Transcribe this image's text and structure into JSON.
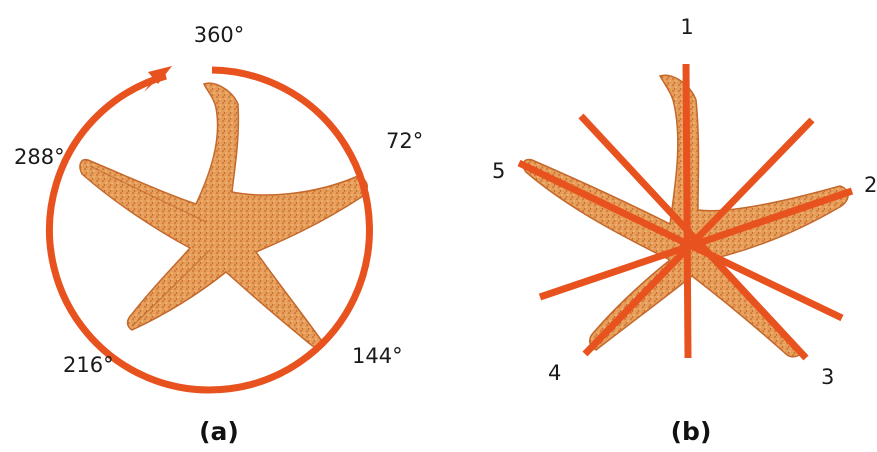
{
  "panels": [
    {
      "label": "(a)",
      "angles": [
        "360°",
        "72°",
        "144°",
        "216°",
        "288°"
      ]
    },
    {
      "label": "(b)",
      "axes": [
        "1",
        "2",
        "3",
        "4",
        "5"
      ]
    }
  ],
  "colors": {
    "accent": "#e8521e",
    "starfish_fill": "#e39a55",
    "starfish_outline": "#c4682c",
    "text": "#1a1a1a"
  },
  "icons": {
    "rotation_arrow": "circular-arrow-icon",
    "organism": "starfish-icon"
  }
}
